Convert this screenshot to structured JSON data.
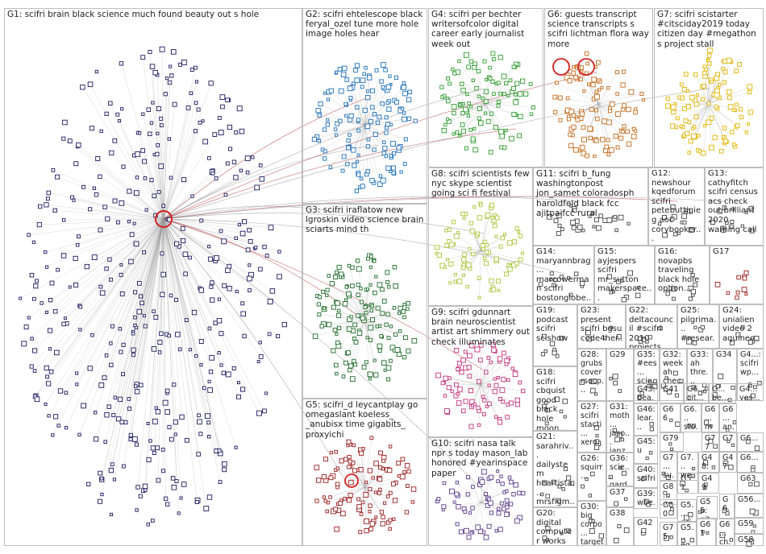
{
  "groups": [
    {
      "id": "G1",
      "text": "G1: scifri brain black science much found beauty out s hole",
      "color": "#1a1a5e"
    },
    {
      "id": "G2",
      "text": "G2: scifri ehtelescope black feryal_ozel tune more hole image holes hear",
      "color": "#1f6fb8"
    },
    {
      "id": "G3",
      "text": "G3: scifri iraflatow new lgroskin video science brain sciarts mind th",
      "color": "#1f6b2a"
    },
    {
      "id": "G4",
      "text": "G4: scifri per bechter writersofcolor digital career early journalist week out",
      "color": "#2e9a2e"
    },
    {
      "id": "G5",
      "text": "G5: scifri_d leycantplay go omegaslant koeless_ _anubisx time gigabits_ proxyichi",
      "color": "#9b1c1c"
    },
    {
      "id": "G6",
      "text": "G6: guests transcript science transcripts s scifri lichtman flora way more",
      "color": "#c46a1a"
    },
    {
      "id": "G7",
      "text": "G7: scifri scistarter #citsciday2019 today citizen day #megathon s project stall",
      "color": "#e0b400"
    },
    {
      "id": "G8",
      "text": "G8: scifri scientists few nyc skype scientist going sci fi festival",
      "color": "#a8c63a"
    },
    {
      "id": "G9",
      "text": "G9: scifri gdunnart brain neuroscientist artist art shimmery out check illuminates",
      "color": "#c2327a"
    },
    {
      "id": "G10",
      "text": "G10: scifri nasa talk npr s today mason_lab honored #yearinspace paper",
      "color": "#5a3a8a"
    },
    {
      "id": "G11",
      "text": "G11: scifri b_fung washingtonpost jon_samet coloradosph haroldfeld black fcc ajitpaifcc rural",
      "color": "#444444"
    },
    {
      "id": "G12",
      "text": "G12: newshour kqedforum scifri petebuttigieg aoc corybooker...",
      "color": "#444444"
    },
    {
      "id": "G13",
      "text": "G13: cathyfitch scifri census acs check out brilliant 2020 warning call",
      "color": "#444444"
    },
    {
      "id": "G14",
      "text": "G14: maryannbrag... marcowerman scifri bostonglobe...",
      "color": "#444444"
    },
    {
      "id": "G15",
      "text": "G15: ayjespers scifri mr_sutton makerspace...",
      "color": "#444444"
    },
    {
      "id": "G16",
      "text": "G16: novapbs traveling black hole option...",
      "color": "#444444"
    },
    {
      "id": "G17",
      "text": "G17",
      "color": "#9b1c1c"
    },
    {
      "id": "G18",
      "text": "G18: scifri cbquist good black hole moon...",
      "color": "#444444"
    },
    {
      "id": "G19",
      "text": "G19: podcast scifri scishow",
      "color": "#444444"
    },
    {
      "id": "G20",
      "text": "G20: digital computer works thetimes...",
      "color": "#444444"
    },
    {
      "id": "G21",
      "text": "G21: sarahriv... dailystem heartista... mrsfigm...",
      "color": "#444444"
    },
    {
      "id": "G22",
      "text": "G22: deltacouncil #scifri 2010 projects...",
      "color": "#444444"
    },
    {
      "id": "G23",
      "text": "G23: present scifri bgsu code4her...",
      "color": "#444444"
    },
    {
      "id": "G24",
      "text": "G24: unialien video 2 aquineo...",
      "color": "#444444"
    },
    {
      "id": "G25",
      "text": "G25: pilgrima... #resear... #chrom...",
      "color": "#444444"
    },
    {
      "id": "G26",
      "text": "G26: squirr...",
      "color": "#444444"
    },
    {
      "id": "G27",
      "text": "G27: scifri stacti... xero...",
      "color": "#444444"
    },
    {
      "id": "G28",
      "text": "G28: grubs cover rsocp...",
      "color": "#444444"
    },
    {
      "id": "G29",
      "text": "G29",
      "color": "#444444"
    },
    {
      "id": "G30",
      "text": "G30: big corpo... target...",
      "color": "#444444"
    },
    {
      "id": "G31",
      "text": "G31: moth... jaso... janz...",
      "color": "#444444"
    },
    {
      "id": "G32",
      "text": "G32: week ah chec...",
      "color": "#444444"
    },
    {
      "id": "G33",
      "text": "G33: ah thre...",
      "color": "#444444"
    },
    {
      "id": "G34",
      "text": "G34",
      "color": "#444444"
    },
    {
      "id": "G35",
      "text": "G35: #ees... scie...",
      "color": "#444444"
    },
    {
      "id": "G36",
      "text": "G36: scie... gard...",
      "color": "#444444"
    },
    {
      "id": "G37",
      "text": "G37",
      "color": "#444444"
    },
    {
      "id": "G38",
      "text": "G38",
      "color": "#444444"
    },
    {
      "id": "G39",
      "text": "G39: wbe...",
      "color": "#444444"
    },
    {
      "id": "G40",
      "text": "G40: scifri",
      "color": "#444444"
    },
    {
      "id": "G41",
      "text": "G41",
      "color": "#444444"
    },
    {
      "id": "G42",
      "text": "G42",
      "color": "#444444"
    },
    {
      "id": "G43",
      "text": "G43: bea...",
      "color": "#444444"
    },
    {
      "id": "G44",
      "text": "G4...: scifri wp...",
      "color": "#444444"
    },
    {
      "id": "G45",
      "text": "G45: u",
      "color": "#444444"
    },
    {
      "id": "G46",
      "text": "G46: lear...",
      "color": "#444444"
    },
    {
      "id": "G47",
      "text": "G47",
      "color": "#444444"
    },
    {
      "id": "G48",
      "text": "G48: mu...",
      "color": "#444444"
    },
    {
      "id": "G49",
      "text": "G49",
      "color": "#444444"
    },
    {
      "id": "G51",
      "text": "G51",
      "color": "#444444"
    },
    {
      "id": "G55",
      "text": "G55: git...",
      "color": "#444444"
    },
    {
      "id": "G56",
      "text": "G56...",
      "color": "#444444"
    },
    {
      "id": "G58",
      "text": "G58",
      "color": "#444444"
    },
    {
      "id": "G59",
      "text": "G59",
      "color": "#444444"
    },
    {
      "id": "G61",
      "text": "G61",
      "color": "#444444"
    },
    {
      "id": "G63",
      "text": "G63",
      "color": "#444444"
    },
    {
      "id": "G66",
      "text": "G66",
      "color": "#444444"
    },
    {
      "id": "G75",
      "text": "G75",
      "color": "#444444"
    },
    {
      "id": "G77",
      "text": "G77",
      "color": "#444444"
    },
    {
      "id": "G79",
      "text": "G79",
      "color": "#444444"
    },
    {
      "id": "G80",
      "text": "G80",
      "color": "#444444"
    },
    {
      "id": "Gx1",
      "text": "G6... cit... bi...",
      "color": "#444444"
    },
    {
      "id": "Gx2",
      "text": "G... be... re...",
      "color": "#444444"
    },
    {
      "id": "Gx3",
      "text": "G4... yes...",
      "color": "#444444"
    },
    {
      "id": "Gx4",
      "text": "G6... sto...",
      "color": "#444444"
    },
    {
      "id": "Gx5",
      "text": "G6... ma...",
      "color": "#444444"
    },
    {
      "id": "Gx6",
      "text": "G6... an...",
      "color": "#444444"
    },
    {
      "id": "Gx7",
      "text": "G7... su...",
      "color": "#444444"
    },
    {
      "id": "Gx8",
      "text": "G7... we...",
      "color": "#444444"
    },
    {
      "id": "Gx9",
      "text": "G7",
      "color": "#444444"
    },
    {
      "id": "Gx10",
      "text": "G6...",
      "color": "#444444"
    },
    {
      "id": "Gx11",
      "text": "G8... go...",
      "color": "#444444"
    },
    {
      "id": "Gx12",
      "text": "G5... aci...",
      "color": "#444444"
    },
    {
      "id": "Gx13",
      "text": "G6... G5...",
      "color": "#444444"
    },
    {
      "id": "Gx14",
      "text": "G5... eg...",
      "color": "#444444"
    },
    {
      "id": "Gx15",
      "text": "G6... ch...",
      "color": "#444444"
    },
    {
      "id": "Gx16",
      "text": "G6...",
      "color": "#444444"
    }
  ]
}
